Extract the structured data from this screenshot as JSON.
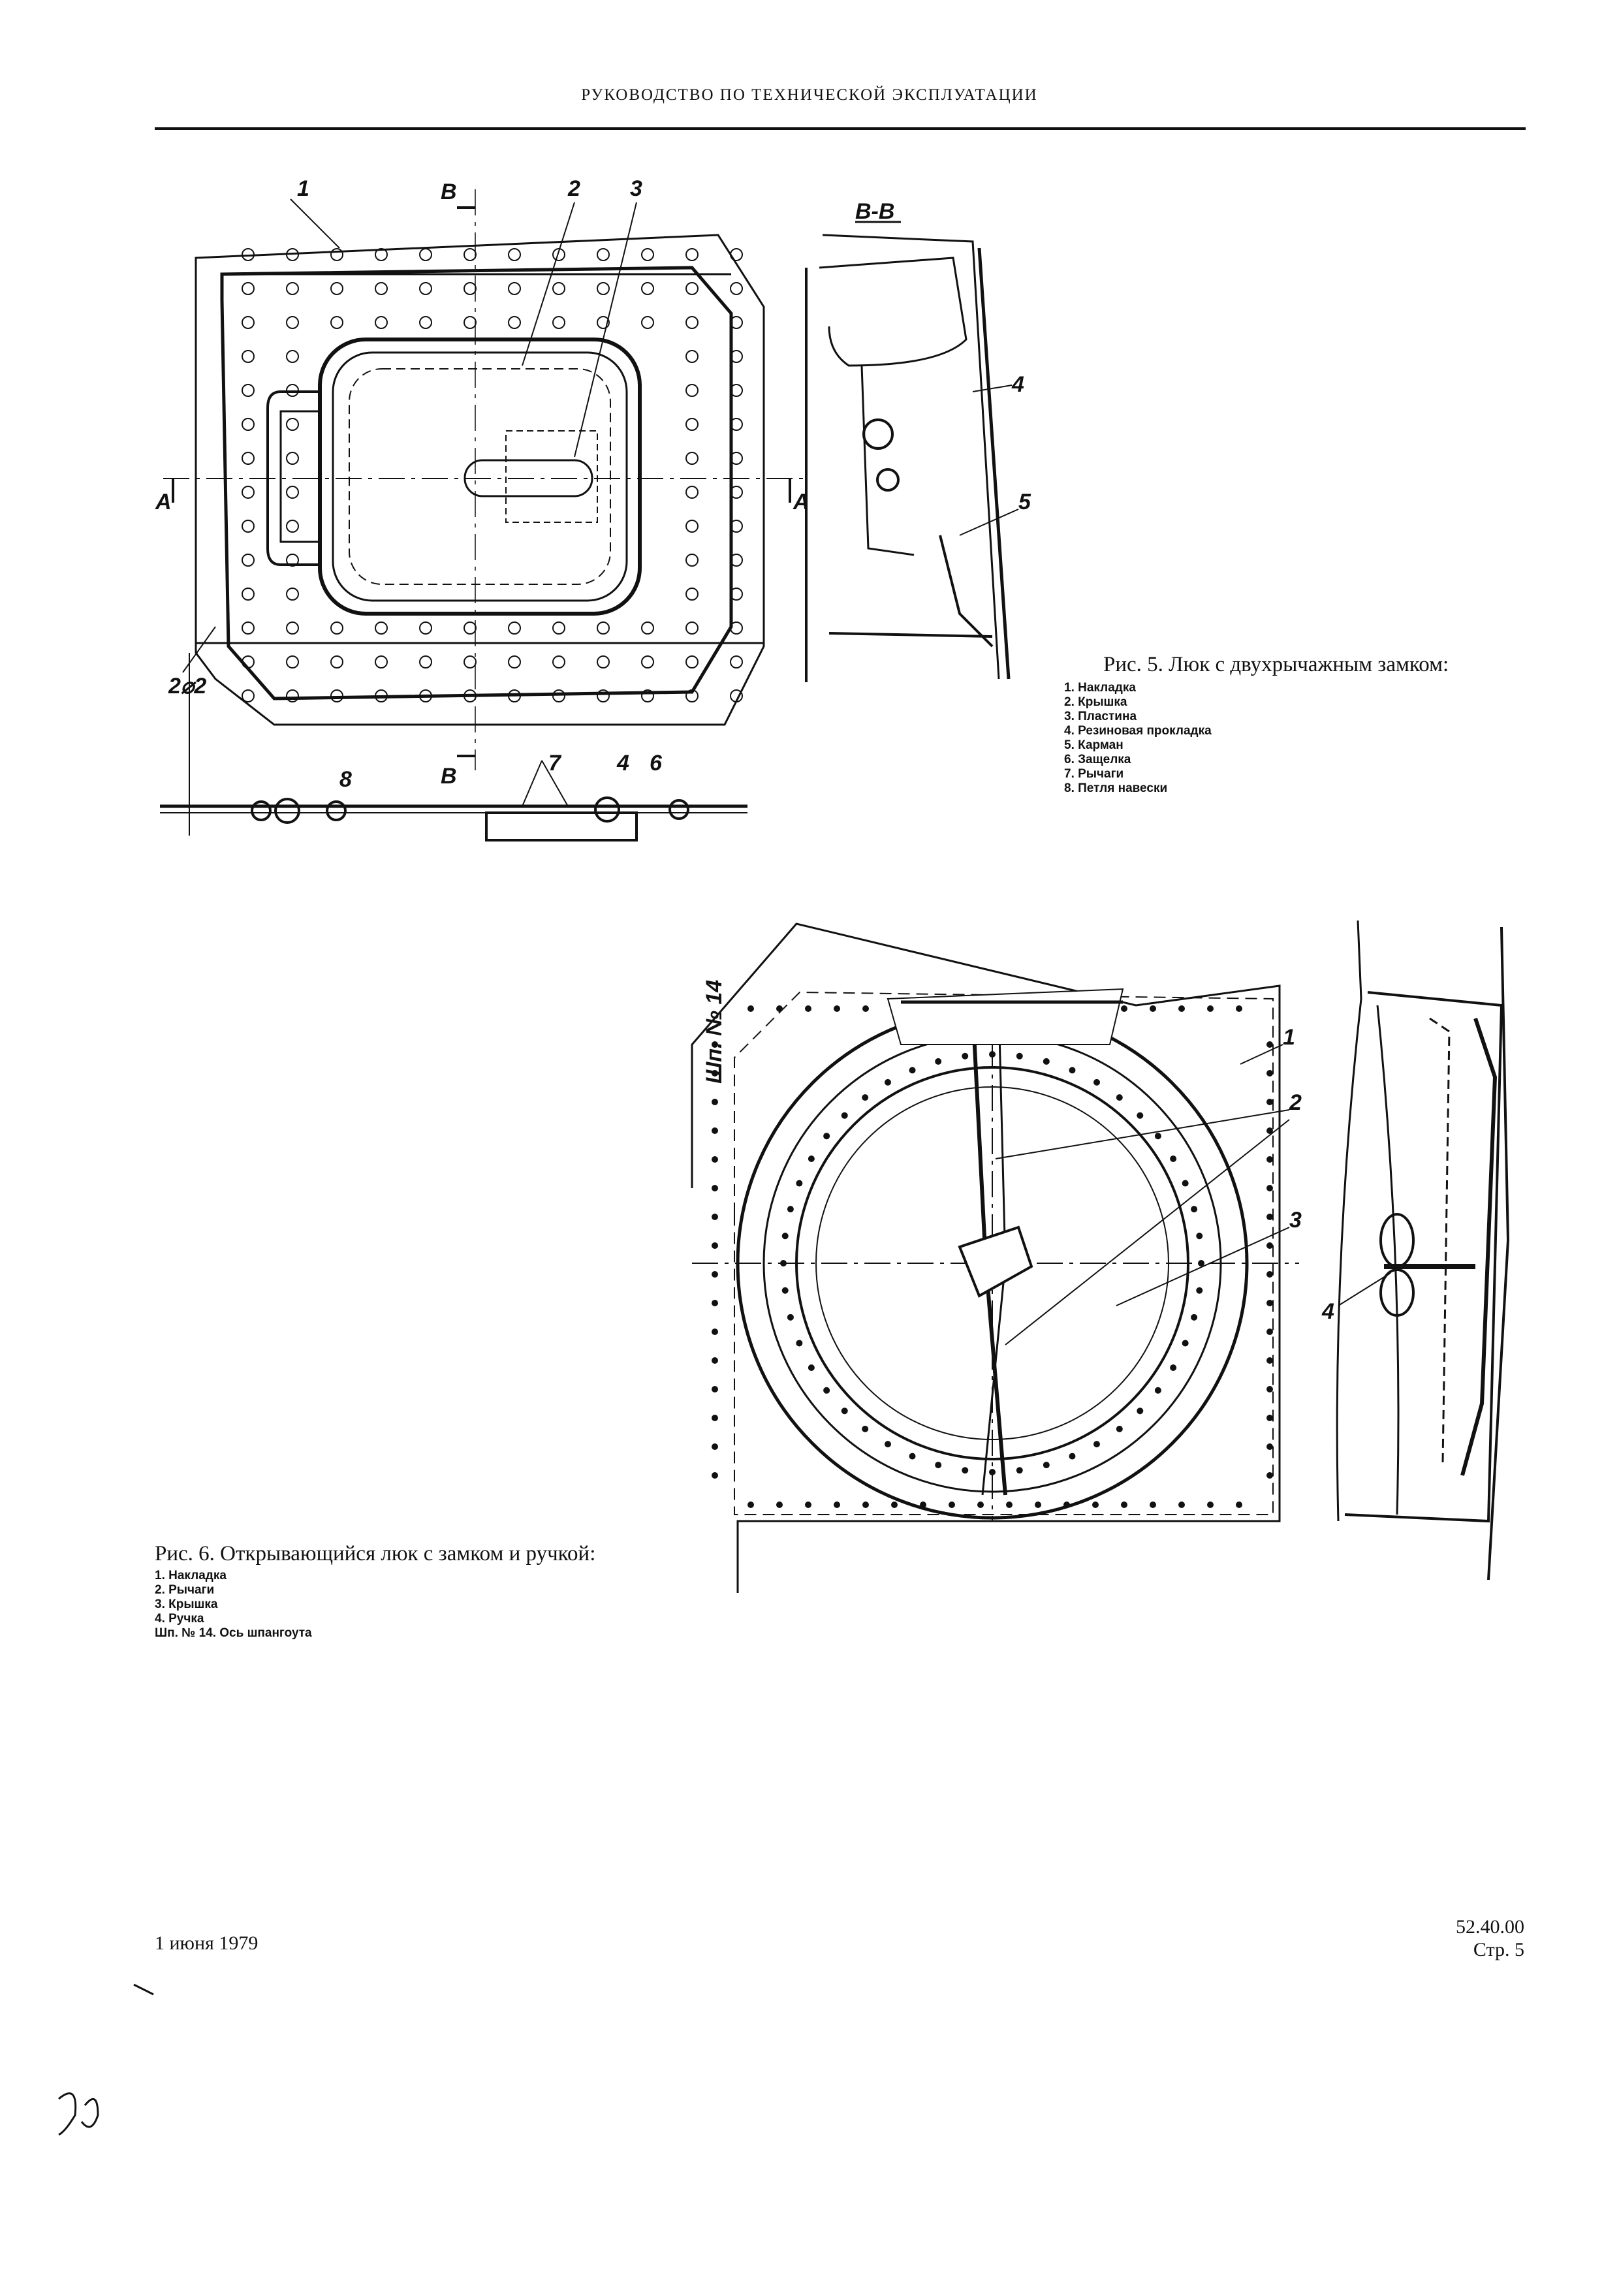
{
  "header": {
    "title": "РУКОВОДСТВО ПО ТЕХНИЧЕСКОЙ ЭКСПЛУАТАЦИИ"
  },
  "figure5": {
    "caption": "Рис. 5. Люк с двухрычажным замком:",
    "items": [
      "1. Накладка",
      "2. Крышка",
      "3. Пластина",
      "4. Резиновая прокладка",
      "5. Карман",
      "6. Защелка",
      "7. Рычаги",
      "8. Петля навески"
    ],
    "callouts": {
      "c1": "1",
      "c2": "2",
      "c3": "3",
      "secB_top": "B",
      "secB_bottom": "B",
      "secA_left": "A",
      "secA_right": "A",
      "hole": "2⌀2",
      "c8": "8",
      "c7": "7",
      "c4": "4",
      "c6": "6",
      "section_title": "B-B",
      "s4": "4",
      "s5": "5"
    }
  },
  "figure6": {
    "caption": "Рис. 6. Открывающийся люк с замком и ручкой:",
    "items": [
      "1. Накладка",
      "2. Рычаги",
      "3. Крышка",
      "4. Ручка",
      "Шп. № 14. Ось шпангоута"
    ],
    "callouts": {
      "c1": "1",
      "c2": "2",
      "c3": "3",
      "c4": "4",
      "frame": "Шп. № 14"
    }
  },
  "footer": {
    "date": "1 июня 1979",
    "doc_number": "52.40.00",
    "page": "Стр. 5",
    "handwritten": "30"
  }
}
